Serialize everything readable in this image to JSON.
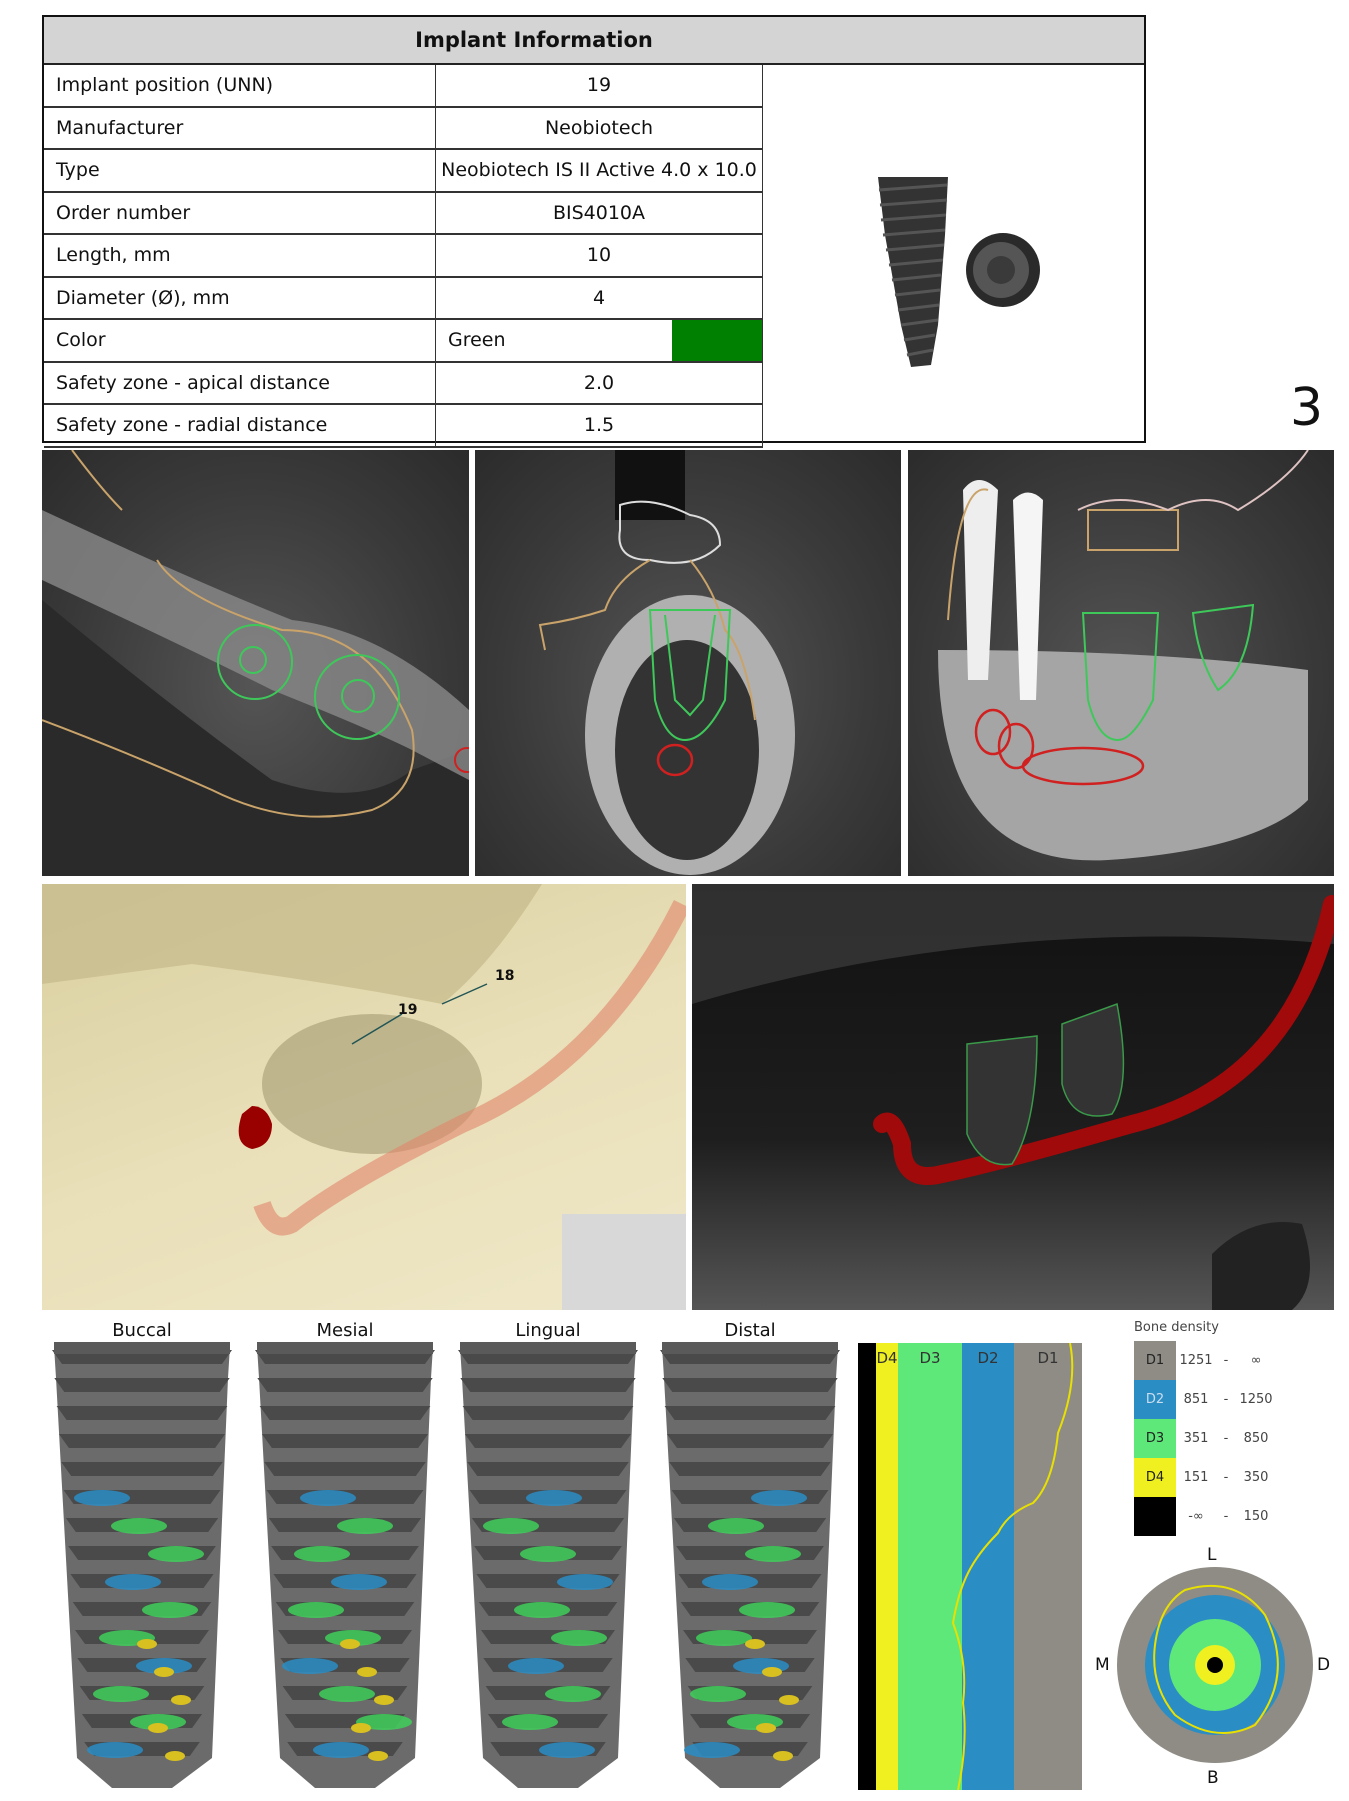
{
  "table": {
    "title": "Implant  Information",
    "rows": [
      {
        "label": "Implant position (UNN)",
        "value": "19"
      },
      {
        "label": "Manufacturer",
        "value": "Neobiotech"
      },
      {
        "label": "Type",
        "value": "Neobiotech IS II Active 4.0 x 10.0"
      },
      {
        "label": "Order number",
        "value": "BIS4010A"
      },
      {
        "label": "Length, mm",
        "value": "10"
      },
      {
        "label": "Diameter (Ø), mm",
        "value": "4"
      },
      {
        "label": "Color",
        "value": "Green",
        "swatch": "#008000"
      },
      {
        "label": "Safety zone - apical distance",
        "value": "2.0"
      },
      {
        "label": "Safety zone - radial distance",
        "value": "1.5"
      }
    ]
  },
  "page_number": "3",
  "render3d": {
    "labels": [
      "19",
      "18"
    ]
  },
  "views": [
    "Buccal",
    "Mesial",
    "Lingual",
    "Distal"
  ],
  "density_bar": {
    "columns": [
      {
        "label": "D4",
        "color": "#f0f020"
      },
      {
        "label": "D3",
        "color": "#5ee87a"
      },
      {
        "label": "D2",
        "color": "#2a8dc4"
      },
      {
        "label": "D1",
        "color": "#8f8c85"
      }
    ]
  },
  "legend": {
    "title": "Bone density",
    "items": [
      {
        "label": "D1",
        "from": "1251",
        "to": "∞",
        "color": "#8f8c85"
      },
      {
        "label": "D2",
        "from": "851",
        "to": "1250",
        "color": "#2a8dc4"
      },
      {
        "label": "D3",
        "from": "351",
        "to": "850",
        "color": "#5ee87a"
      },
      {
        "label": "D4",
        "from": "151",
        "to": "350",
        "color": "#f0f020"
      },
      {
        "label": "",
        "from": "-∞",
        "to": "150",
        "color": "#000000"
      }
    ]
  },
  "orientation": {
    "top": "L",
    "left": "M",
    "right": "D",
    "bottom": "B"
  }
}
